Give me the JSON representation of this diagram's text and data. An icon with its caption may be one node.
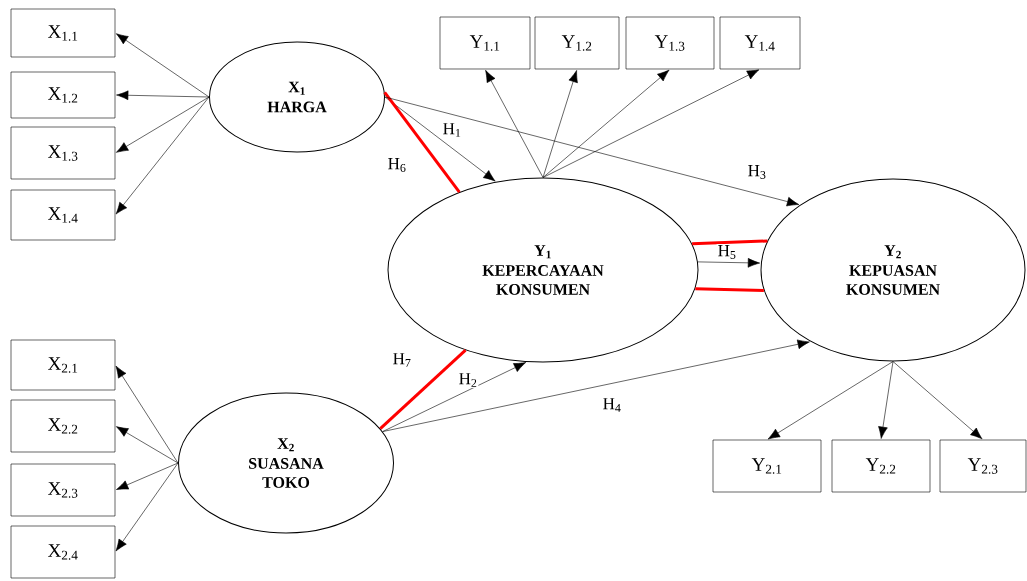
{
  "diagram": {
    "nodes": [
      {
        "text": [
          "X$_{1}$",
          "HARGA"
        ]
      },
      {
        "text": [
          "X$_{1.1}$"
        ]
      },
      {
        "text": [
          "X$_{1.2}$"
        ]
      },
      {
        "text": [
          "X$_{1.3}$"
        ]
      },
      {
        "text": [
          "X$_{1.4}$"
        ]
      },
      {
        "text": [
          "Y$_{1}$",
          "KEPERCAYAAN KONSUMEN"
        ]
      },
      {
        "text": [
          "Y$_{1.1}$"
        ]
      },
      {
        "text": [
          "Y$_{1.2}$"
        ]
      },
      {
        "text": [
          "Y$_{1.3}$"
        ]
      },
      {
        "text": [
          "Y$_{1.4}$"
        ]
      },
      {
        "text": [
          "Y$_{2}$",
          "KEPUASAN KONSUMEN"
        ]
      },
      {
        "text": [
          "Y$_{2.1}$"
        ]
      },
      {
        "text": [
          "Y$_{2.2}$"
        ]
      },
      {
        "text": [
          "Y$_{2.3}$"
        ]
      },
      {
        "text": [
          "X$_{2}$",
          "SUASANA TOKO"
        ]
      },
      {
        "text": [
          "X$_{2.1}$"
        ]
      },
      {
        "text": [
          "X$_{2.2}$"
        ]
      },
      {
        "text": [
          "X$_{2.3}$"
        ]
      },
      {
        "text": [
          "X$_{2.4}$"
        ]
      }
    ],
    "edges": [
      {
        "from": 0,
        "to": 1,
        "arrow": "to"
      },
      {
        "from": 0,
        "to": 2,
        "arrow": "to"
      },
      {
        "from": 0,
        "to": 3,
        "arrow": "to"
      },
      {
        "from": 0,
        "to": 4,
        "arrow": "to"
      },
      {
        "from": 5,
        "to": 6,
        "arrow": "to"
      },
      {
        "from": 5,
        "to": 7,
        "arrow": "to"
      },
      {
        "from": 5,
        "to": 8,
        "arrow": "to"
      },
      {
        "from": 5,
        "to": 9,
        "arrow": "to"
      },
      {
        "from": 10,
        "to": 11,
        "arrow": "to"
      },
      {
        "from": 10,
        "to": 12,
        "arrow": "to"
      },
      {
        "from": 10,
        "to": 13,
        "arrow": "to"
      },
      {
        "from": 14,
        "to": 15,
        "arrow": "to"
      },
      {
        "from": 14,
        "to": 16,
        "arrow": "to"
      },
      {
        "from": 14,
        "to": 17,
        "arrow": "to"
      },
      {
        "from": 14,
        "to": 18,
        "arrow": "to"
      },
      {
        "from": 0,
        "to": 5,
        "arrow": "to",
        "label": "H$_{1}$"
      },
      {
        "from": 0,
        "to": 5,
        "arrow": "none",
        "label": "H$_{6}$",
        "style": "thick",
        "color": "#ff0000"
      },
      {
        "from": 0,
        "to": 10,
        "arrow": "to",
        "label": "H$_{3}$"
      },
      {
        "from": 14,
        "to": 5,
        "arrow": "to",
        "label": "H$_{2}$"
      },
      {
        "from": 14,
        "to": 5,
        "arrow": "none",
        "label": "H$_{7}$",
        "style": "thick",
        "color": "#ff0000"
      },
      {
        "from": 14,
        "to": 10,
        "arrow": "to",
        "label": "H$_{4}$"
      },
      {
        "from": 5,
        "to": 10,
        "arrow": "to",
        "label": "H$_{5}$"
      },
      {
        "from": 5,
        "to": 10,
        "arrow": "none",
        "style": "thick",
        "color": "#ff0000"
      },
      {
        "from": 5,
        "to": 10,
        "arrow": "none",
        "style": "thick",
        "color": "#ff0000"
      }
    ]
  }
}
